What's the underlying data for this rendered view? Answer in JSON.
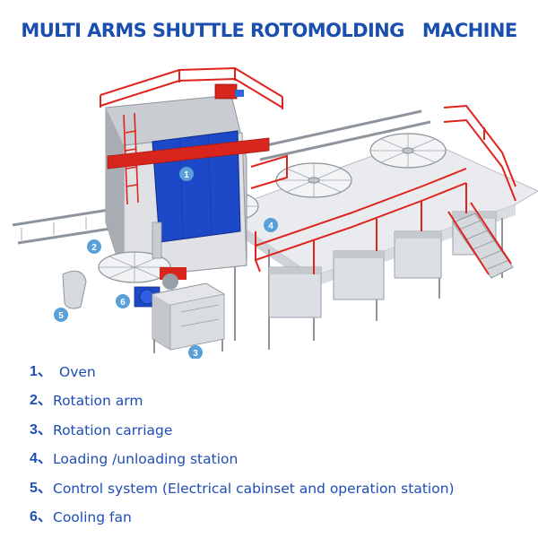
{
  "title": "MULTI ARMS SHUTTLE ROTOMOLDING   MACHINE",
  "callouts": [
    {
      "num": "1"
    },
    {
      "num": "2"
    },
    {
      "num": "3"
    },
    {
      "num": "4"
    },
    {
      "num": "5"
    },
    {
      "num": "6"
    }
  ],
  "legend": [
    {
      "num": "1、",
      "label": "Oven"
    },
    {
      "num": "2、",
      "label": "Rotation arm"
    },
    {
      "num": "3、",
      "label": "Rotation carriage"
    },
    {
      "num": "4、",
      "label": "Loading /unloading station"
    },
    {
      "num": "5、",
      "label": "Control system (Electrical cabinset and operation station)"
    },
    {
      "num": "6、",
      "label": "Cooling fan"
    }
  ],
  "colors": {
    "title": "#1a4fb0",
    "legend": "#1f4db5",
    "railing": "#e0231c",
    "oven_door": "#1d48c8",
    "platform": "#e9ebee",
    "callout": "#5aa0d8"
  }
}
